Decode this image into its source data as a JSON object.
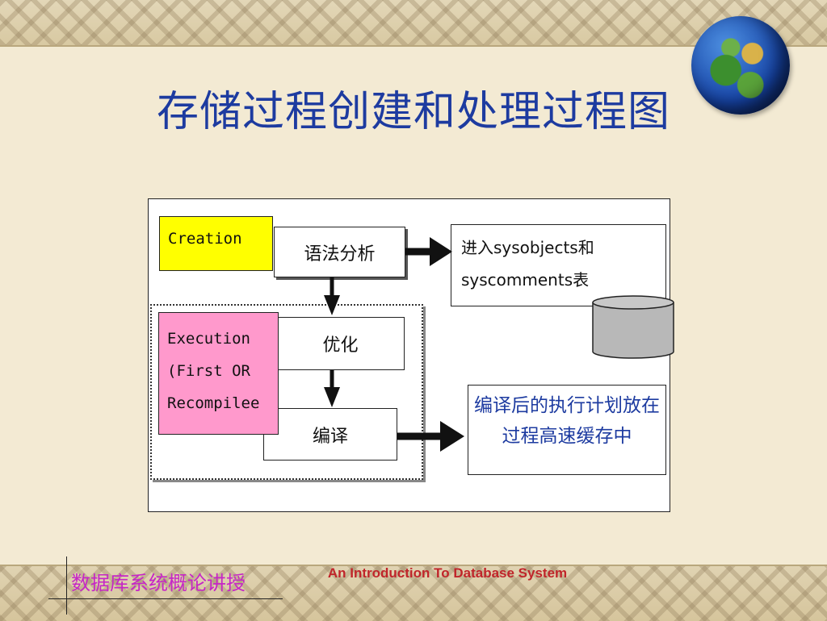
{
  "slide": {
    "title": "存储过程创建和处理过程图",
    "footer_left": "数据库系统概论讲授",
    "footer_right": "An Introduction To Database System"
  },
  "diagram": {
    "creation_label": "Creation",
    "execution_label_lines": [
      "Execution",
      "(First OR",
      "Recompilee"
    ],
    "parse_step": "语法分析",
    "optimize_step": "优化",
    "compile_step": "编译",
    "store_note_lines": [
      "进入sysobjects和",
      "syscomments表"
    ],
    "cache_note_lines": [
      "编译后的执行计划放在",
      "过程高速缓存中"
    ],
    "colors": {
      "creation_fill": "#ffff00",
      "execution_fill": "#ff99cc",
      "title_color": "#1d3ba0",
      "footer_left_color": "#c626c6",
      "footer_right_color": "#c0252a",
      "database_fill": "#b8b8b8"
    },
    "icons": [
      "globe-icon",
      "database-icon"
    ]
  }
}
